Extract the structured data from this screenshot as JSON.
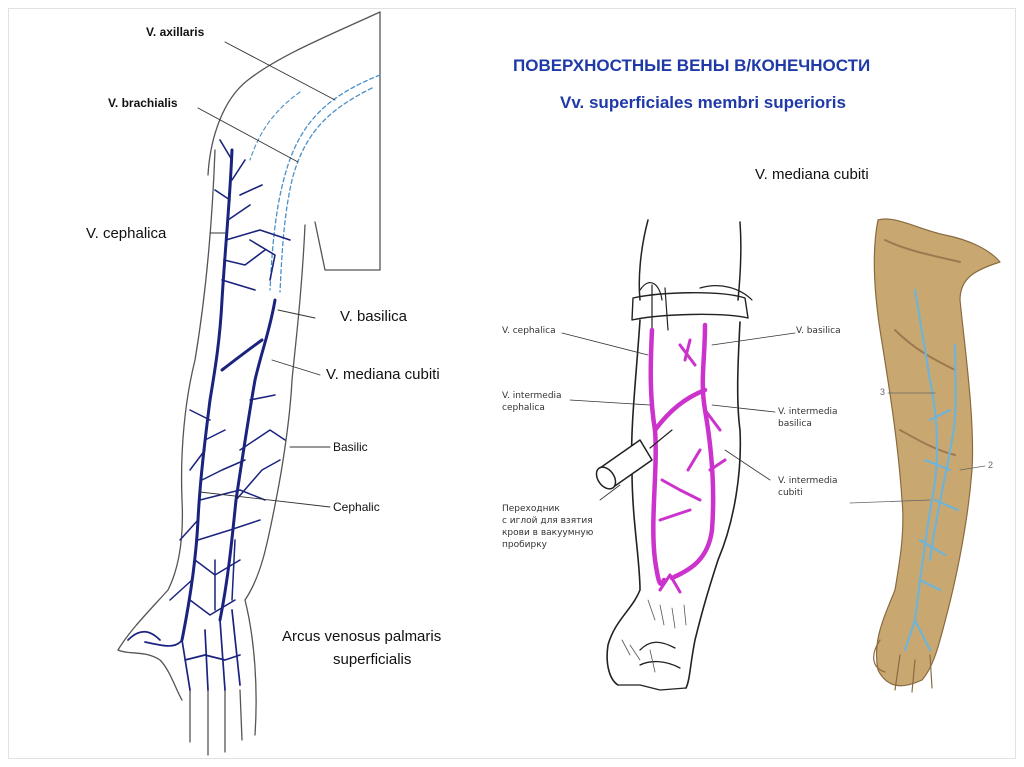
{
  "heading": {
    "title": "ПОВЕРХНОСТНЫЕ ВЕНЫ В/КОНЕЧНОСТИ",
    "subtitle": "Vv. superficiales membri superioris"
  },
  "left_diagram": {
    "labels": {
      "axillaris": "V. axillaris",
      "brachialis": "V. brachialis",
      "cephalica": "V. cephalica",
      "basilica": "V. basilica",
      "mediana_cubiti": "V. mediana cubiti",
      "basilic": "Basilic",
      "cephalic": "Cephalic",
      "arcus_line1": "Arcus venosus palmaris",
      "arcus_line2": "superficialis"
    },
    "colors": {
      "vein": "#1a237e",
      "deep_vein": "#4a90c8",
      "outline": "#555555"
    }
  },
  "middle_diagram": {
    "heading": "V. mediana cubiti",
    "labels": {
      "cephalica": "V. cephalica",
      "basilica": "V. basilica",
      "int_cephalica_1": "V. intermedia",
      "int_cephalica_2": "cephalica",
      "int_basilica_1": "V. intermedia",
      "int_basilica_2": "basilica",
      "int_cubiti_1": "V. intermedia",
      "int_cubiti_2": "cubiti",
      "adapter_1": "Переходник",
      "adapter_2": "с иглой для взятия",
      "adapter_3": "крови в вакуумную",
      "adapter_4": "пробирку"
    },
    "colors": {
      "vein": "#cc33cc",
      "outline": "#222222"
    }
  },
  "right_illustration": {
    "labels": {
      "n3": "3",
      "n2": "2"
    },
    "colors": {
      "skin": "#c8a870",
      "muscle": "#a07850",
      "vein": "#6fb4d8"
    }
  }
}
